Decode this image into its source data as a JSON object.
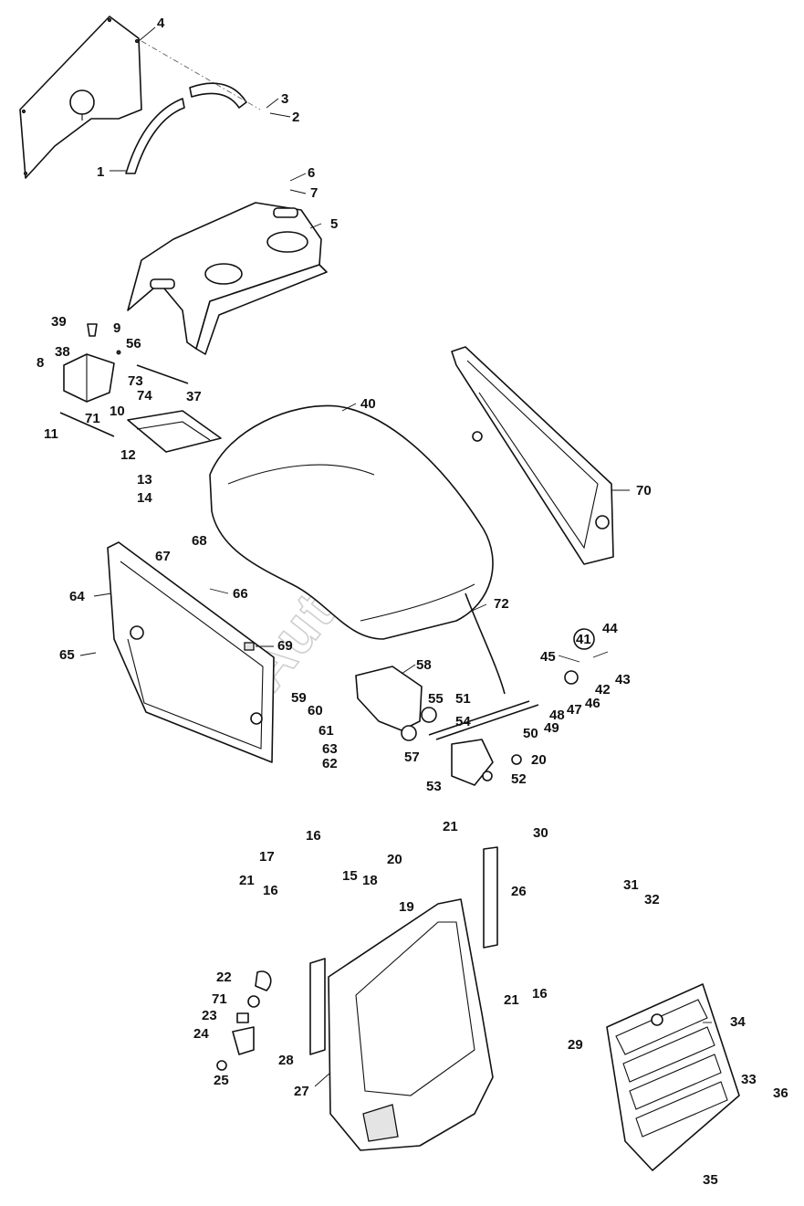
{
  "watermark": "AutoSoft",
  "callouts": [
    "1",
    "2",
    "3",
    "4",
    "5",
    "6",
    "7",
    "8",
    "9",
    "10",
    "11",
    "12",
    "13",
    "14",
    "15",
    "16",
    "16",
    "16",
    "16",
    "17",
    "18",
    "19",
    "20",
    "20",
    "21",
    "21",
    "21",
    "22",
    "23",
    "24",
    "25",
    "26",
    "27",
    "28",
    "29",
    "30",
    "31",
    "32",
    "33",
    "34",
    "35",
    "36",
    "37",
    "38",
    "39",
    "40",
    "41",
    "42",
    "43",
    "44",
    "45",
    "46",
    "47",
    "48",
    "49",
    "50",
    "51",
    "52",
    "53",
    "54",
    "55",
    "56",
    "57",
    "58",
    "59",
    "60",
    "61",
    "62",
    "63",
    "64",
    "65",
    "66",
    "67",
    "68",
    "69",
    "70",
    "71",
    "71",
    "72",
    "73",
    "74"
  ],
  "colors": {
    "line": "#111111",
    "watermark": "#cfcfcf",
    "background": "#ffffff"
  }
}
